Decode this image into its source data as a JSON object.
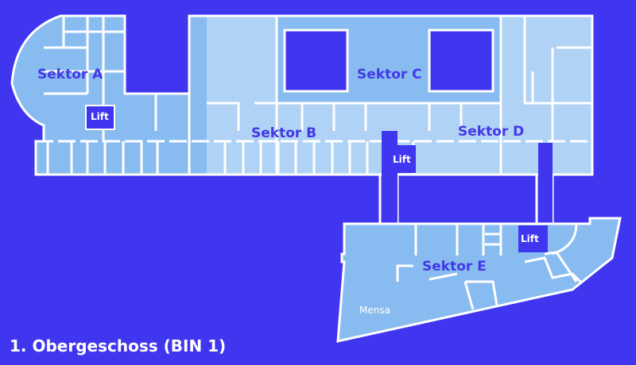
{
  "title": "1. Obergeschoss (BIN 1)",
  "sectors": [
    "Sektor A",
    "Sektor B",
    "Sektor C",
    "Sektor D",
    "Sektor E"
  ],
  "lift_label": "Lift",
  "rooms": {
    "mensa": "Mensa"
  },
  "colors": {
    "background": "#4136F0",
    "room_mid": "#88BCF0",
    "room_light": "#B0D2F4",
    "walls": "#FFFFFF",
    "sector_label": "#4338E6"
  }
}
